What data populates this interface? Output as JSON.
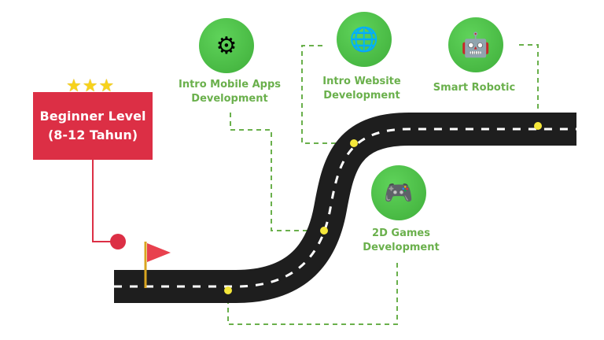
{
  "level": {
    "stars": "★★★",
    "line1": "Beginner Level",
    "line2": "(8-12 Tahun)"
  },
  "milestones": [
    {
      "label1": "Intro Mobile Apps",
      "label2": "Development",
      "icon": "code-window-gear-icon"
    },
    {
      "label1": "Intro Website",
      "label2": "Development",
      "icon": "globe-icon"
    },
    {
      "label1": "Smart Robotic",
      "label2": "",
      "icon": "robot-icon"
    },
    {
      "label1": "2D Games",
      "label2": "Development",
      "icon": "game-controller-icon"
    }
  ],
  "colors": {
    "red": "#dc2f45",
    "green": "#6ab04c",
    "road": "#1e1e1e",
    "dot": "#f5e73a"
  }
}
